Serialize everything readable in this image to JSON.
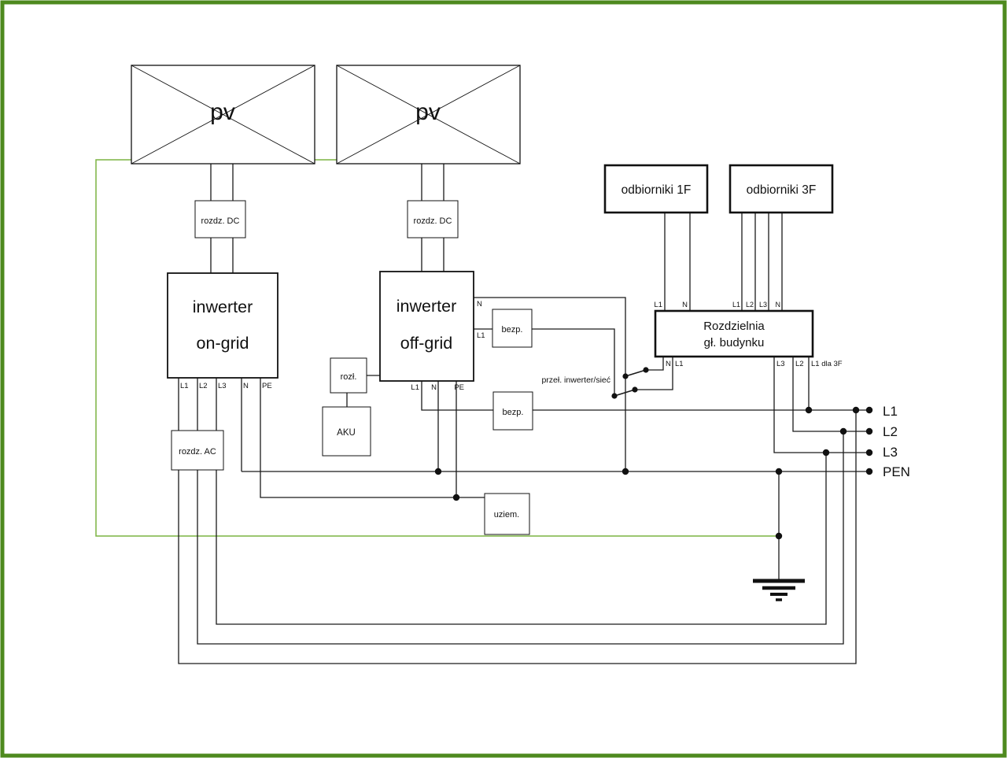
{
  "diagram": {
    "border_color": "#4e8a1e",
    "wire_color": "#1a1a1a",
    "ground_wire_color": "#7cb342",
    "pv_left": {
      "label": "pv"
    },
    "pv_right": {
      "label": "pv"
    },
    "rozdz_dc_left": {
      "label": "rozdz. DC"
    },
    "rozdz_dc_right": {
      "label": "rozdz. DC"
    },
    "inverter_on_grid": {
      "line1": "inwerter",
      "line2": "on-grid",
      "pins": {
        "l1": "L1",
        "l2": "L2",
        "l3": "L3",
        "n": "N",
        "pe": "PE"
      }
    },
    "inverter_off_grid": {
      "line1": "inwerter",
      "line2": "off-grid",
      "pin_n": "N",
      "pin_l1": "L1",
      "pins_bottom": {
        "l1": "L1",
        "n": "N",
        "pe": "PE"
      }
    },
    "rozl": {
      "label": "rozł."
    },
    "aku": {
      "label": "AKU"
    },
    "bezp_top": {
      "label": "bezp."
    },
    "bezp_bottom": {
      "label": "bezp."
    },
    "uziem": {
      "label": "uziem."
    },
    "odbiorniki_1f": {
      "label": "odbiorniki 1F",
      "pins": {
        "l1": "L1",
        "n": "N"
      }
    },
    "odbiorniki_3f": {
      "label": "odbiorniki 3F",
      "pins": {
        "l1": "L1",
        "l2": "L2",
        "l3": "L3",
        "n": "N"
      }
    },
    "rozdzielnia": {
      "line1": "Rozdzielnia",
      "line2": "gł. budynku",
      "pins": {
        "n": "N",
        "l1": "L1",
        "l3": "L3",
        "l2": "L2",
        "l1_3f": "L1 dla 3F"
      }
    },
    "rozdz_ac": {
      "label": "rozdz. AC"
    },
    "switch_label": "przeł. inwerter/sieć",
    "bus": {
      "l1": "L1",
      "l2": "L2",
      "l3": "L3",
      "pen": "PEN"
    }
  }
}
